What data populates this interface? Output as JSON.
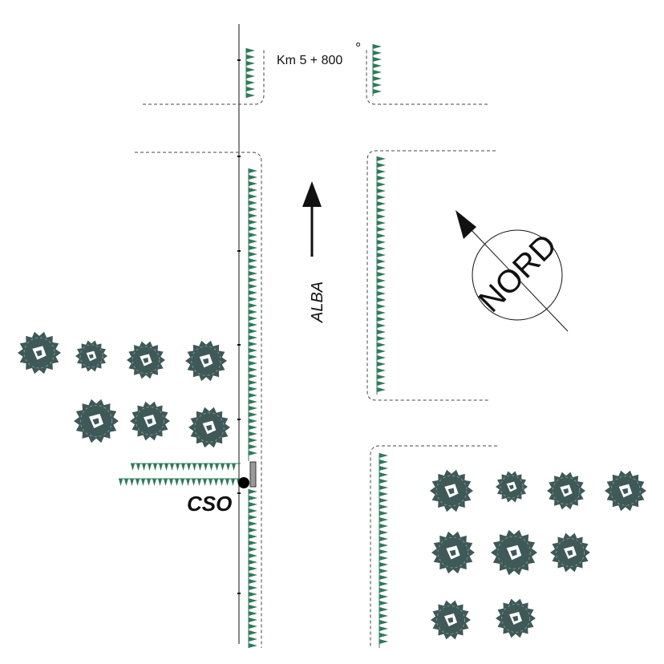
{
  "map": {
    "km_label": "Km 5 + 800",
    "km_degree": "°",
    "road_name": "ALBA",
    "north_label": "NORD",
    "station_label": "CSO"
  },
  "colors": {
    "line": "#111111",
    "dash": "#444444",
    "hedge": "#2f7a5a",
    "tree_dark": "#3f5858",
    "tree_light": "#ffffff",
    "station_dot": "#000000",
    "station_box": "#999999"
  },
  "icons": {
    "tree": "tree-icon",
    "arrow": "direction-arrow-icon",
    "compass": "north-compass-icon",
    "station": "monitoring-station-icon"
  }
}
